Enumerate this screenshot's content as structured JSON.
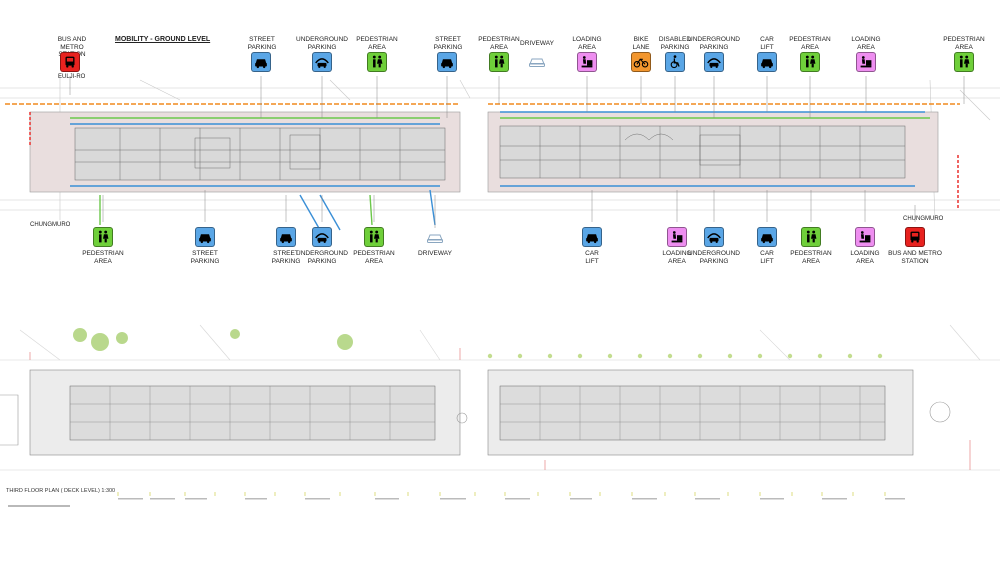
{
  "title": "MOBILITY - GROUND LEVEL",
  "colors": {
    "parking": "#5aa6e6",
    "pedestrian": "#6fcf3a",
    "loading": "#ee8ef0",
    "bike": "#f2962e",
    "bus": "#e8221f",
    "blue_flow": "#3a8fd6",
    "orange_flow": "#f08a1e",
    "green_flow": "#6cc84b"
  },
  "places": {
    "top_left": "EULJI-RO",
    "bottom_left": "CHUNGMURO",
    "bottom_right": "CHUNGMURO"
  },
  "top_labels": {
    "bus_metro": "BUS AND METRO\nSTATION",
    "street_parking_1": "STREET\nPARKING",
    "underground_parking_1": "UNDERGROUND\nPARKING",
    "pedestrian_1": "PEDESTRIAN\nAREA",
    "street_parking_2": "STREET\nPARKING",
    "pedestrian_2": "PEDESTRIAN\nAREA",
    "driveway": "DRIVEWAY",
    "loading_1": "LOADING\nAREA",
    "bike": "BIKE\nLANE",
    "disabled": "DISABLED\nPARKING",
    "underground_parking_2": "UNDERGROUND\nPARKING",
    "car_lift": "CAR\nLIFT",
    "pedestrian_3": "PEDESTRIAN\nAREA",
    "loading_2": "LOADING\nAREA",
    "pedestrian_4": "PEDESTRIAN\nAREA"
  },
  "bottom_labels": {
    "pedestrian_1": "PEDESTRIAN\nAREA",
    "street_parking_1": "STREET\nPARKING",
    "street_parking_2": "STREET\nPARKING",
    "underground_parking_1": "UNDERGROUND\nPARKING",
    "pedestrian_2": "PEDESTRIAN\nAREA",
    "driveway": "DRIVEWAY",
    "car_lift_1": "CAR\nLIFT",
    "loading_1": "LOADING\nAREA",
    "underground_parking_2": "UNDERGROUND\nPARKING",
    "car_lift_2": "CAR\nLIFT",
    "pedestrian_3": "PEDESTRIAN\nAREA",
    "loading_2": "LOADING\nAREA",
    "bus_metro": "BUS AND METRO\nSTATION"
  },
  "plan2": {
    "title": "THIRD FLOOR PLAN ( DECK LEVEL) 1:300"
  }
}
